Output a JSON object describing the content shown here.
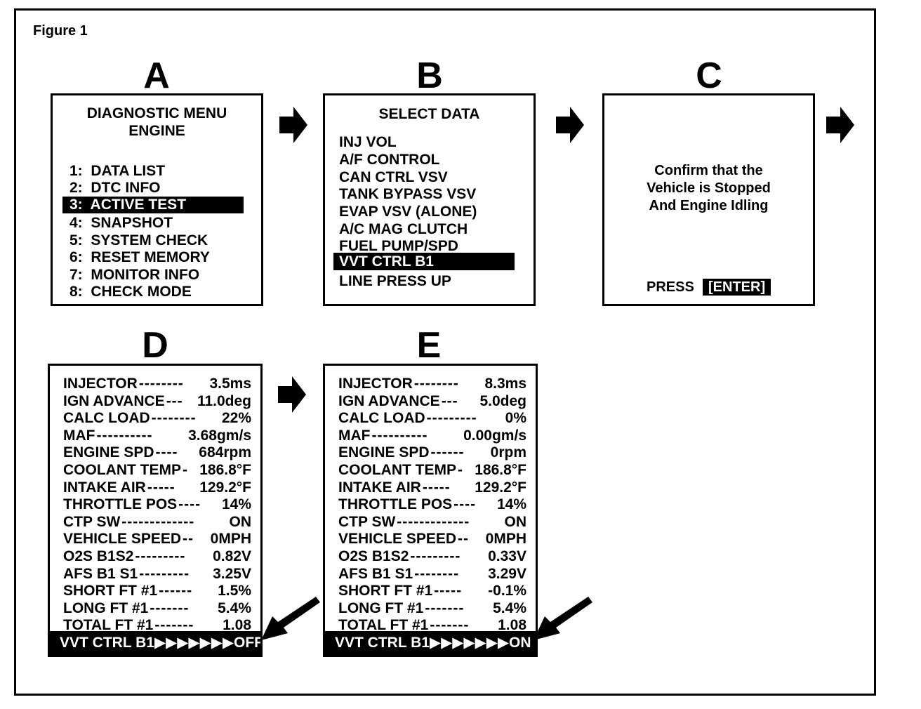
{
  "figure_label": "Figure 1",
  "panels": {
    "a": {
      "letter": "A",
      "title_line1": "DIAGNOSTIC MENU",
      "title_line2": "ENGINE",
      "items": [
        "1:  DATA LIST",
        "2:  DTC INFO",
        "3:  ACTIVE TEST",
        "4:  SNAPSHOT",
        "5:  SYSTEM CHECK",
        "6:  RESET MEMORY",
        "7:  MONITOR INFO",
        "8:  CHECK MODE"
      ],
      "highlighted_index": 2
    },
    "b": {
      "letter": "B",
      "title": "SELECT DATA",
      "items": [
        "INJ VOL",
        "A/F CONTROL",
        "CAN CTRL VSV",
        "TANK BYPASS VSV",
        "EVAP VSV (ALONE)",
        "A/C MAG CLUTCH",
        "FUEL PUMP/SPD",
        "VVT CTRL B1",
        "LINE PRESS UP"
      ],
      "highlighted_index": 7
    },
    "c": {
      "letter": "C",
      "message_line1": "Confirm that the",
      "message_line2": "Vehicle is Stopped",
      "message_line3": "And Engine Idling",
      "press_label": "PRESS",
      "enter_label": "[ENTER]"
    },
    "d": {
      "letter": "D",
      "rows": [
        {
          "label": "INJECTOR",
          "dashes": "--------",
          "value": "3.5ms"
        },
        {
          "label": "IGN ADVANCE",
          "dashes": "---",
          "value": "11.0deg"
        },
        {
          "label": "CALC LOAD",
          "dashes": "--------",
          "value": "22%"
        },
        {
          "label": "MAF",
          "dashes": "----------",
          "value": "3.68gm/s"
        },
        {
          "label": "ENGINE SPD",
          "dashes": "----",
          "value": "684rpm"
        },
        {
          "label": "COOLANT TEMP",
          "dashes": "-",
          "value": "186.8°F"
        },
        {
          "label": "INTAKE AIR",
          "dashes": "-----",
          "value": "129.2°F"
        },
        {
          "label": "THROTTLE POS",
          "dashes": "----",
          "value": "14%"
        },
        {
          "label": "CTP SW",
          "dashes": "-------------",
          "value": "ON"
        },
        {
          "label": "VEHICLE SPEED",
          "dashes": "--",
          "value": "0MPH"
        },
        {
          "label": "O2S B1S2",
          "dashes": "---------",
          "value": "0.82V"
        },
        {
          "label": "AFS B1 S1",
          "dashes": "---------",
          "value": "3.25V"
        },
        {
          "label": "SHORT FT #1",
          "dashes": "------",
          "value": "1.5%"
        },
        {
          "label": "LONG FT #1",
          "dashes": "-------",
          "value": "5.4%"
        },
        {
          "label": "TOTAL FT #1",
          "dashes": "-------",
          "value": "1.08"
        }
      ],
      "status": "VVT CTRL B1▶▶▶▶▶▶▶OFF"
    },
    "e": {
      "letter": "E",
      "rows": [
        {
          "label": "INJECTOR",
          "dashes": "--------",
          "value": "8.3ms"
        },
        {
          "label": "IGN ADVANCE",
          "dashes": "---",
          "value": "5.0deg"
        },
        {
          "label": "CALC LOAD",
          "dashes": "---------",
          "value": "0%"
        },
        {
          "label": "MAF",
          "dashes": "----------",
          "value": "0.00gm/s"
        },
        {
          "label": "ENGINE SPD",
          "dashes": "------",
          "value": "0rpm"
        },
        {
          "label": "COOLANT TEMP",
          "dashes": "-",
          "value": "186.8°F"
        },
        {
          "label": "INTAKE AIR",
          "dashes": "-----",
          "value": "129.2°F"
        },
        {
          "label": "THROTTLE POS",
          "dashes": "----",
          "value": "14%"
        },
        {
          "label": "CTP SW",
          "dashes": "-------------",
          "value": "ON"
        },
        {
          "label": "VEHICLE SPEED",
          "dashes": "--",
          "value": "0MPH"
        },
        {
          "label": "O2S B1S2",
          "dashes": "---------",
          "value": "0.33V"
        },
        {
          "label": "AFS B1 S1",
          "dashes": "--------",
          "value": "3.29V"
        },
        {
          "label": "SHORT FT #1",
          "dashes": "-----",
          "value": "-0.1%"
        },
        {
          "label": "LONG FT #1",
          "dashes": "-------",
          "value": "5.4%"
        },
        {
          "label": "TOTAL FT #1",
          "dashes": "-------",
          "value": "1.08"
        }
      ],
      "status": "VVT CTRL B1▶▶▶▶▶▶▶ON"
    }
  },
  "icons": {
    "flow_arrow": "right-arrow-icon",
    "pointer_arrow": "diagonal-arrow-icon"
  }
}
